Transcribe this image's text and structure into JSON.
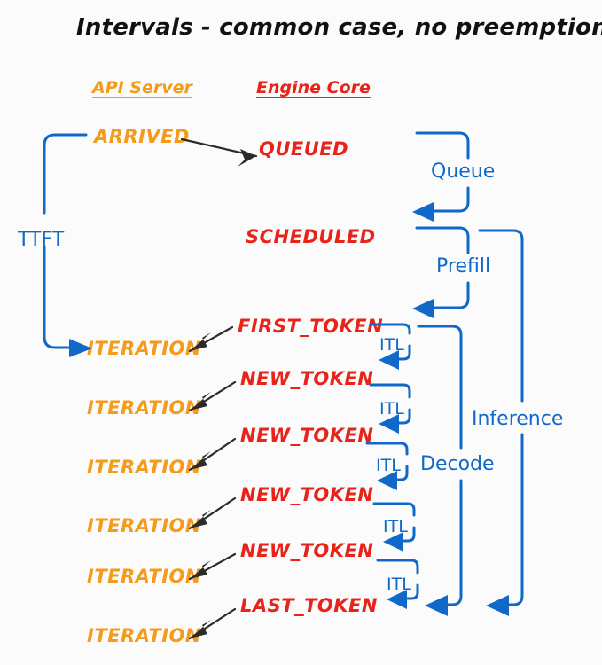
{
  "title": "Intervals - common case, no preemptions",
  "colors": {
    "background": "#fbfbfb",
    "api_server_orange": "#f59b1c",
    "engine_core_red": "#e8231a",
    "interval_blue": "#1069c9",
    "arrow_black": "#2b2b2b",
    "title_black": "#111111"
  },
  "columns": [
    {
      "label": "API Server",
      "color": "#f59b1c"
    },
    {
      "label": "Engine Core",
      "color": "#e8231a"
    }
  ],
  "api_server_events": [
    {
      "label": "ARRIVED",
      "row": 0
    },
    {
      "label": "ITERATION",
      "row": 1
    },
    {
      "label": "ITERATION",
      "row": 2
    },
    {
      "label": "ITERATION",
      "row": 3
    },
    {
      "label": "ITERATION",
      "row": 4
    },
    {
      "label": "ITERATION",
      "row": 5
    },
    {
      "label": "ITERATION",
      "row": 6
    }
  ],
  "engine_core_events": [
    {
      "label": "QUEUED",
      "row": 0
    },
    {
      "label": "SCHEDULED",
      "row": 1
    },
    {
      "label": "FIRST_TOKEN",
      "row": 2
    },
    {
      "label": "NEW_TOKEN",
      "row": 3
    },
    {
      "label": "NEW_TOKEN",
      "row": 4
    },
    {
      "label": "NEW_TOKEN",
      "row": 5
    },
    {
      "label": "NEW_TOKEN",
      "row": 6
    },
    {
      "label": "LAST_TOKEN",
      "row": 7
    }
  ],
  "intervals": {
    "ttft": "TTFT",
    "queue": "Queue",
    "prefill": "Prefill",
    "decode": "Decode",
    "inference": "Inference",
    "itl": "ITL",
    "itl_labels": [
      "ITL",
      "ITL",
      "ITL",
      "ITL",
      "ITL",
      "ITL"
    ]
  }
}
